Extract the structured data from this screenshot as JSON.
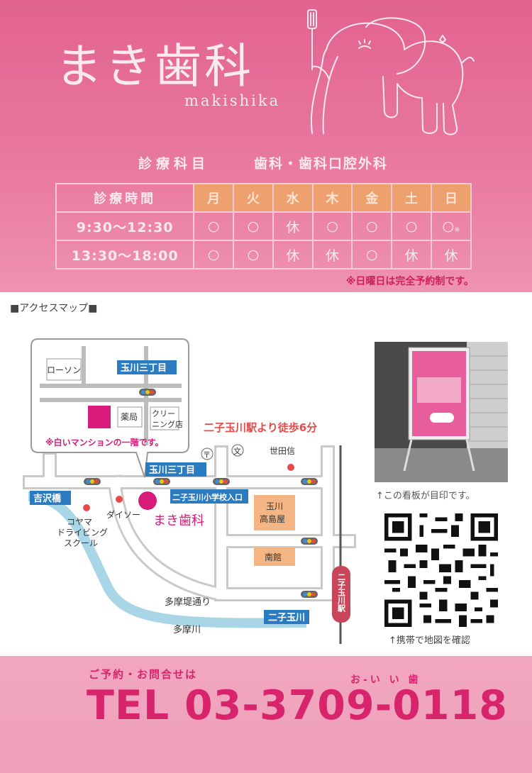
{
  "header": {
    "title": "まき歯科",
    "romanized": "makishika",
    "subjects_label": "診療科目",
    "subjects_value": "歯科・歯科口腔外科"
  },
  "schedule": {
    "hours_label": "診療時間",
    "days": [
      "月",
      "火",
      "水",
      "木",
      "金",
      "土",
      "日"
    ],
    "rows": [
      {
        "time": "9:30〜12:30",
        "marks": [
          "○",
          "○",
          "休",
          "○",
          "○",
          "○",
          "○"
        ],
        "sunday_mark": "※"
      },
      {
        "time": "13:30〜18:00",
        "marks": [
          "○",
          "○",
          "休",
          "休",
          "○",
          "休",
          "休"
        ]
      }
    ],
    "note": "※日曜日は完全予約制です。"
  },
  "access": {
    "title": "■アクセスマップ■",
    "map": {
      "lawson": "ローソン",
      "tamagawa_3_top": "玉川三丁目",
      "pharmacy": "薬局",
      "cleaning_1": "クリー",
      "cleaning_2": "ニング店",
      "white_mansion_note": "※白いマンションの一階です。",
      "walk_note": "二子玉川駅より徒歩6分",
      "post_symbol": "〒",
      "school_symbol": "文",
      "setagaya_shin": "世田信",
      "tamagawa_3_mid": "玉川三丁目",
      "yoshizawa": "吉沢橋",
      "school_entrance": "二子玉川小学校入口",
      "daiso": "ダイソー",
      "maki_shika": "まき歯科",
      "koyama_1": "コヤマ",
      "koyama_2": "ドライビング",
      "koyama_3": "スクール",
      "takashimaya_1": "玉川",
      "takashimaya_2": "高島屋",
      "minamikan": "南館",
      "station": "二子玉川駅",
      "tamazutsumi": "多摩堤通り",
      "futako_tamagawa": "二子玉川",
      "tamagawa_river": "多摩川"
    },
    "photo_caption": "↑この看板が目印です。",
    "qr_caption": "↑携帯で地図を確認"
  },
  "footer": {
    "lead": "ご予約・お問合せは",
    "ruby": "お-い い 歯",
    "tel": "TEL 03-3709-0118"
  }
}
